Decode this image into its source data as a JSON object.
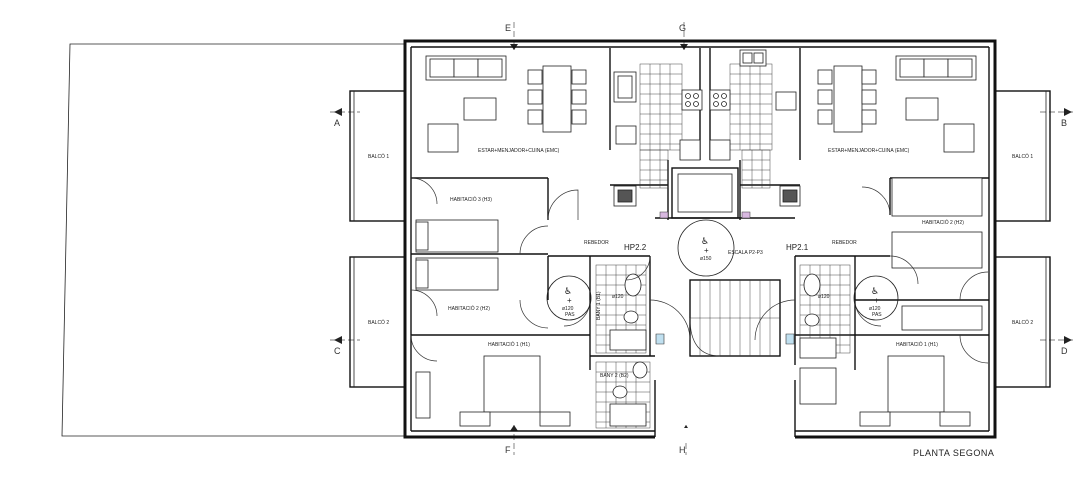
{
  "title": "PLANTA SEGONA",
  "axes": {
    "E": "E",
    "G": "G",
    "F": "F",
    "H": "H",
    "A": "A",
    "B": "B",
    "C": "C",
    "D": "D"
  },
  "rooms": {
    "left": {
      "living": "ESTAR+MENJADOR+CUINA (EMC)",
      "bed3": "HABITACIÓ 3 (H3)",
      "bed2": "HABITACIÓ 2 (H2)",
      "bed1": "HABITACIÓ 1 (H1)",
      "hall": "REBEDOR",
      "balcony1": "BALCÓ 1",
      "balcony2": "BALCÓ 2",
      "bath1": "BANY 1 (B1)",
      "bath2": "BANY 2 (B2)"
    },
    "right": {
      "living": "ESTAR+MENJADOR+CUINA (EMC)",
      "bed2": "HABITACIÓ 2 (H2)",
      "bed1": "HABITACIÓ 1 (H1)",
      "hall": "REBEDOR",
      "balcony1": "BALCÓ 1",
      "balcony2": "BALCÓ 2"
    }
  },
  "units": {
    "left": "HP2.2",
    "right": "HP2.1"
  },
  "stair": "ESCALA P2-P3",
  "accessibility": {
    "symbol": "♿",
    "plus": "+",
    "diam150": "ø150",
    "diam120": "ø120",
    "pas": "PAS"
  }
}
